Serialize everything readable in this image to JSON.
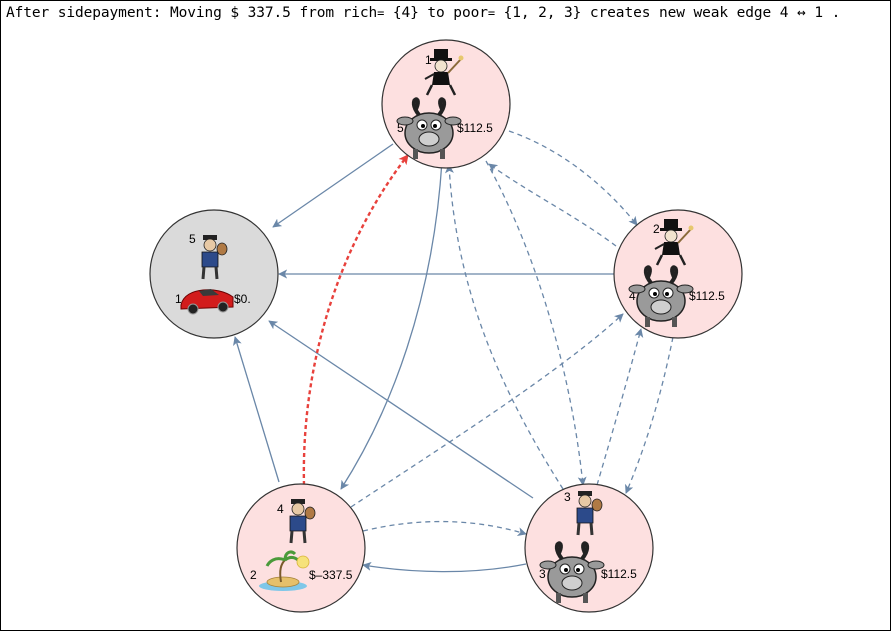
{
  "caption": {
    "lead": "After sidepayment: Moving $",
    "amount": "337.5",
    "from_word": "from rich",
    "eq1": "=",
    "rich_set": "{4}",
    "to_word": "to poor",
    "eq2": "=",
    "poor_set": "{1, 2, 3}",
    "tail": "creates new weak edge 4",
    "arrow": "↔",
    "tail_end": "1 ."
  },
  "colors": {
    "edge_solid": "#6a87a8",
    "edge_highlight": "#e8413c",
    "node_rich": "#fde0e0",
    "node_neutral": "#dadada",
    "node_stroke": "#333333"
  },
  "nodes": [
    {
      "id": "top",
      "fill": "node_rich",
      "top_number": "1",
      "top_icon": "monopoly-man-icon",
      "bottom_number": "5",
      "bottom_icon": "goat-icon",
      "amount": "$112.5"
    },
    {
      "id": "right",
      "fill": "node_rich",
      "top_number": "2",
      "top_icon": "monopoly-man-icon",
      "bottom_number": "4",
      "bottom_icon": "goat-icon",
      "amount": "$112.5"
    },
    {
      "id": "br",
      "fill": "node_rich",
      "top_number": "3",
      "top_icon": "poor-man-icon",
      "bottom_number": "3",
      "bottom_icon": "goat-icon",
      "amount": "$112.5"
    },
    {
      "id": "bl",
      "fill": "node_rich",
      "top_number": "4",
      "top_icon": "poor-man-icon",
      "bottom_number": "2",
      "bottom_icon": "island-icon",
      "amount": "$–337.5"
    },
    {
      "id": "left",
      "fill": "node_neutral",
      "top_number": "5",
      "top_icon": "poor-man-icon",
      "bottom_number": "1",
      "bottom_icon": "red-car-icon",
      "amount": "$0."
    }
  ]
}
